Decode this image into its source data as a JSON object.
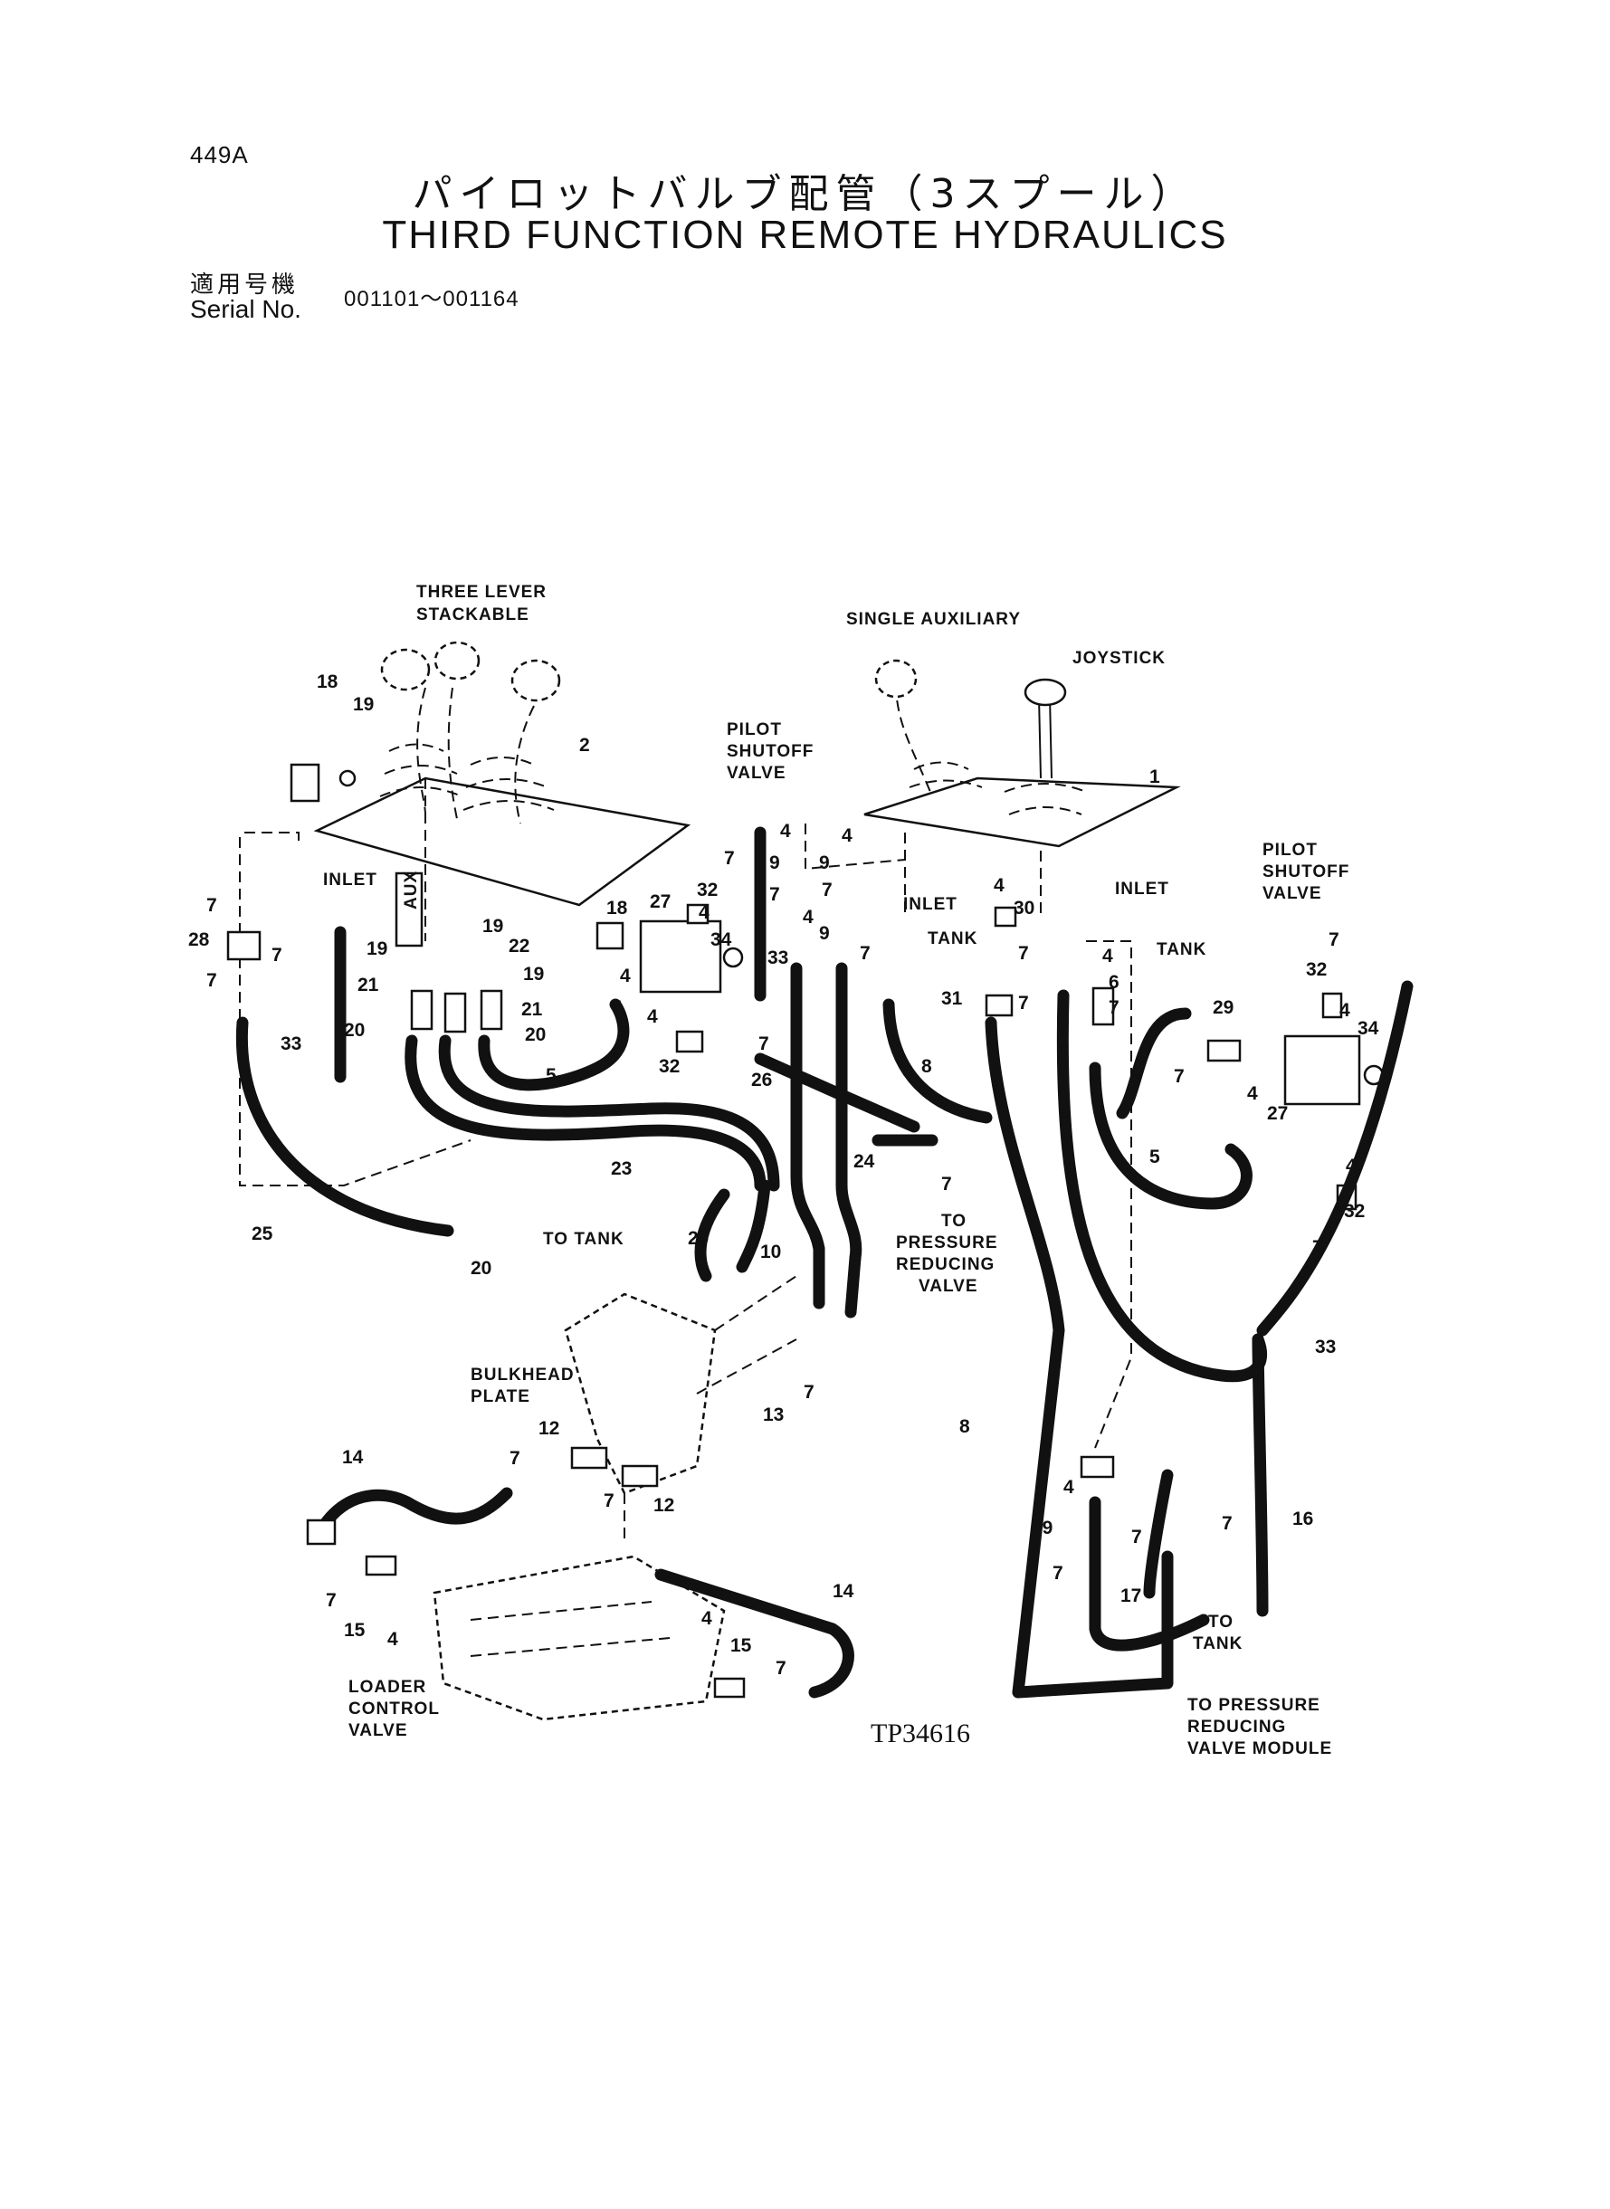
{
  "header": {
    "page_code": "449A",
    "title_jp": "パイロットバルブ配管（3スプール）",
    "title_en": "THIRD FUNCTION REMOTE HYDRAULICS",
    "serial_label_jp": "適用号機",
    "serial_label_en": "Serial No.",
    "serial_range": "001101～001164"
  },
  "labels": {
    "three_lever_1": "THREE LEVER",
    "three_lever_2": "STACKABLE",
    "single_aux": "SINGLE AUXILIARY",
    "joystick": "JOYSTICK",
    "pilot_shutoff_l_1": "PILOT",
    "pilot_shutoff_l_2": "SHUTOFF",
    "pilot_shutoff_l_3": "VALVE",
    "pilot_shutoff_r_1": "PILOT",
    "pilot_shutoff_r_2": "SHUTOFF",
    "pilot_shutoff_r_3": "VALVE",
    "inlet_left": "INLET",
    "aux": "AUX",
    "inlet_mid": "INLET",
    "tank_mid": "TANK",
    "inlet_right": "INLET",
    "tank_right": "TANK",
    "to_tank_left": "TO TANK",
    "to_prv_1": "TO",
    "to_prv_2": "PRESSURE",
    "to_prv_3": "REDUCING",
    "to_prv_4": "VALVE",
    "bulkhead_1": "BULKHEAD",
    "bulkhead_2": "PLATE",
    "loader_1": "LOADER",
    "loader_2": "CONTROL",
    "loader_3": "VALVE",
    "to_tank_bottom_1": "TO",
    "to_tank_bottom_2": "TANK",
    "to_prvm_1": "TO PRESSURE",
    "to_prvm_2": "REDUCING",
    "to_prvm_3": "VALVE MODULE",
    "drawing_ref": "TP34616"
  },
  "callouts": [
    {
      "id": "c18a",
      "text": "18"
    },
    {
      "id": "c19a",
      "text": "19"
    },
    {
      "id": "c2",
      "text": "2"
    },
    {
      "id": "c7a",
      "text": "7"
    },
    {
      "id": "c28",
      "text": "28"
    },
    {
      "id": "c7b",
      "text": "7"
    },
    {
      "id": "c7c",
      "text": "7"
    },
    {
      "id": "c19b",
      "text": "19"
    },
    {
      "id": "c19c",
      "text": "19"
    },
    {
      "id": "c22",
      "text": "22"
    },
    {
      "id": "c19d",
      "text": "19"
    },
    {
      "id": "c21a",
      "text": "21"
    },
    {
      "id": "c21b",
      "text": "21"
    },
    {
      "id": "c20a",
      "text": "20"
    },
    {
      "id": "c20b",
      "text": "20"
    },
    {
      "id": "c33a",
      "text": "33"
    },
    {
      "id": "c5a",
      "text": "5"
    },
    {
      "id": "c23",
      "text": "23"
    },
    {
      "id": "c25",
      "text": "25"
    },
    {
      "id": "c20c",
      "text": "20"
    },
    {
      "id": "c18b",
      "text": "18"
    },
    {
      "id": "c4a",
      "text": "4"
    },
    {
      "id": "c27a",
      "text": "27"
    },
    {
      "id": "c32a",
      "text": "32"
    },
    {
      "id": "c4b",
      "text": "4"
    },
    {
      "id": "c34a",
      "text": "34"
    },
    {
      "id": "c33b",
      "text": "33"
    },
    {
      "id": "c7d",
      "text": "7"
    },
    {
      "id": "c4c",
      "text": "4"
    },
    {
      "id": "c32b",
      "text": "32"
    },
    {
      "id": "c7e",
      "text": "7"
    },
    {
      "id": "c26",
      "text": "26"
    },
    {
      "id": "c24",
      "text": "24"
    },
    {
      "id": "c7f",
      "text": "7"
    },
    {
      "id": "c20d",
      "text": "20"
    },
    {
      "id": "c10",
      "text": "10"
    },
    {
      "id": "c4d",
      "text": "4"
    },
    {
      "id": "c4e",
      "text": "4"
    },
    {
      "id": "c9a",
      "text": "9"
    },
    {
      "id": "c9b",
      "text": "9"
    },
    {
      "id": "c7g",
      "text": "7"
    },
    {
      "id": "c7h",
      "text": "7"
    },
    {
      "id": "c4f",
      "text": "4"
    },
    {
      "id": "c9c",
      "text": "9"
    },
    {
      "id": "c7i",
      "text": "7"
    },
    {
      "id": "c7j",
      "text": "7"
    },
    {
      "id": "c1",
      "text": "1"
    },
    {
      "id": "c4g",
      "text": "4"
    },
    {
      "id": "c7k",
      "text": "7"
    },
    {
      "id": "c30",
      "text": "30"
    },
    {
      "id": "c4h",
      "text": "4"
    },
    {
      "id": "c6",
      "text": "6"
    },
    {
      "id": "c31",
      "text": "31"
    },
    {
      "id": "c7l",
      "text": "7"
    },
    {
      "id": "c7m",
      "text": "7"
    },
    {
      "id": "c8a",
      "text": "8"
    },
    {
      "id": "c29a",
      "text": "29"
    },
    {
      "id": "c7n",
      "text": "7"
    },
    {
      "id": "c4i",
      "text": "4"
    },
    {
      "id": "c5b",
      "text": "5"
    },
    {
      "id": "c27b",
      "text": "27"
    },
    {
      "id": "c32c",
      "text": "32"
    },
    {
      "id": "c7o",
      "text": "7"
    },
    {
      "id": "c4j",
      "text": "4"
    },
    {
      "id": "c34b",
      "text": "34"
    },
    {
      "id": "c4k",
      "text": "4"
    },
    {
      "id": "c32d",
      "text": "32"
    },
    {
      "id": "c7p",
      "text": "7"
    },
    {
      "id": "c33c",
      "text": "33"
    },
    {
      "id": "c8b",
      "text": "8"
    },
    {
      "id": "c7q",
      "text": "7"
    },
    {
      "id": "c13",
      "text": "13"
    },
    {
      "id": "c12a",
      "text": "12"
    },
    {
      "id": "c7r",
      "text": "7"
    },
    {
      "id": "c7s",
      "text": "7"
    },
    {
      "id": "c12b",
      "text": "12"
    },
    {
      "id": "c14a",
      "text": "14"
    },
    {
      "id": "c7t",
      "text": "7"
    },
    {
      "id": "c15a",
      "text": "15"
    },
    {
      "id": "c4l",
      "text": "4"
    },
    {
      "id": "c14b",
      "text": "14"
    },
    {
      "id": "c4m",
      "text": "4"
    },
    {
      "id": "c15b",
      "text": "15"
    },
    {
      "id": "c7u",
      "text": "7"
    },
    {
      "id": "c4n",
      "text": "4"
    },
    {
      "id": "c29b",
      "text": "29"
    },
    {
      "id": "c7v",
      "text": "7"
    },
    {
      "id": "c7w",
      "text": "7"
    },
    {
      "id": "c17",
      "text": "17"
    },
    {
      "id": "c7x",
      "text": "7"
    },
    {
      "id": "c16",
      "text": "16"
    }
  ]
}
